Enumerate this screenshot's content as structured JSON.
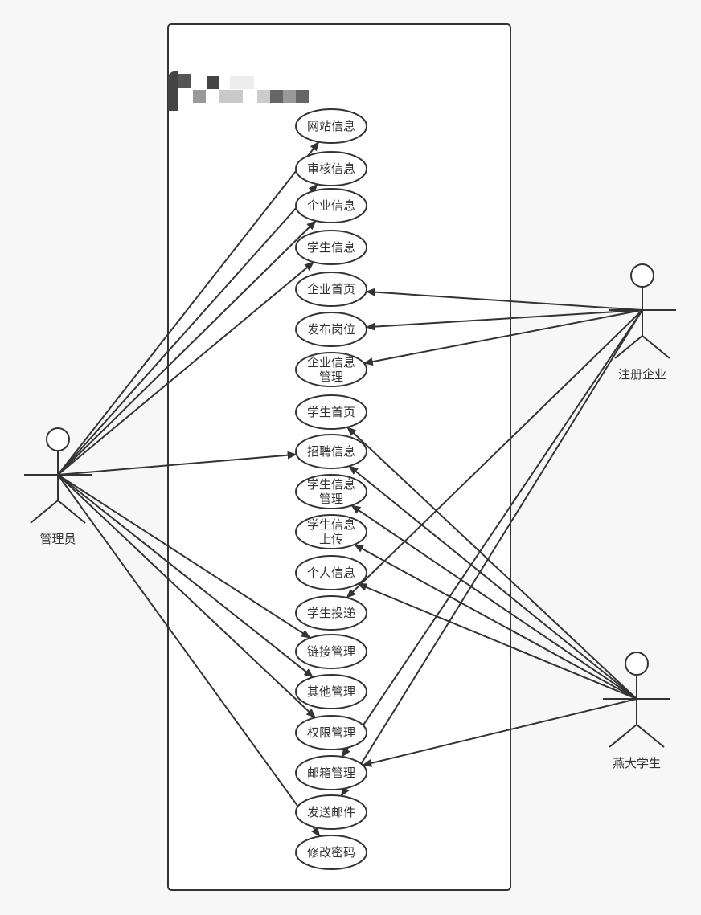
{
  "colors": {
    "background": "#f7f7f7",
    "stroke": "#333333",
    "box_fill": "#ffffff",
    "text": "#333333"
  },
  "system": {
    "title_obscured": true
  },
  "actors": [
    {
      "id": "admin",
      "name": "管理员"
    },
    {
      "id": "company",
      "name": "注册企业"
    },
    {
      "id": "student",
      "name": "燕大学生"
    }
  ],
  "use_cases": [
    {
      "id": "uc1",
      "lines": [
        "网站信息"
      ]
    },
    {
      "id": "uc2",
      "lines": [
        "审核信息"
      ]
    },
    {
      "id": "uc3",
      "lines": [
        "企业信息"
      ]
    },
    {
      "id": "uc4",
      "lines": [
        "学生信息"
      ]
    },
    {
      "id": "uc5",
      "lines": [
        "企业首页"
      ]
    },
    {
      "id": "uc6",
      "lines": [
        "发布岗位"
      ]
    },
    {
      "id": "uc7",
      "lines": [
        "企业信息",
        "管理"
      ]
    },
    {
      "id": "uc8",
      "lines": [
        "学生首页"
      ]
    },
    {
      "id": "uc9",
      "lines": [
        "招聘信息"
      ]
    },
    {
      "id": "uc10",
      "lines": [
        "学生信息",
        "管理"
      ]
    },
    {
      "id": "uc11",
      "lines": [
        "学生信息",
        "上传"
      ]
    },
    {
      "id": "uc12",
      "lines": [
        "个人信息"
      ]
    },
    {
      "id": "uc13",
      "lines": [
        "学生投递"
      ]
    },
    {
      "id": "uc14",
      "lines": [
        "链接管理"
      ]
    },
    {
      "id": "uc15",
      "lines": [
        "其他管理"
      ]
    },
    {
      "id": "uc16",
      "lines": [
        "权限管理"
      ]
    },
    {
      "id": "uc17",
      "lines": [
        "邮箱管理"
      ]
    },
    {
      "id": "uc18",
      "lines": [
        "发送邮件"
      ]
    },
    {
      "id": "uc19",
      "lines": [
        "修改密码"
      ]
    }
  ],
  "associations": [
    {
      "from": "admin",
      "to": "uc1"
    },
    {
      "from": "admin",
      "to": "uc2"
    },
    {
      "from": "admin",
      "to": "uc3"
    },
    {
      "from": "admin",
      "to": "uc4"
    },
    {
      "from": "admin",
      "to": "uc9"
    },
    {
      "from": "admin",
      "to": "uc14"
    },
    {
      "from": "admin",
      "to": "uc15"
    },
    {
      "from": "admin",
      "to": "uc16"
    },
    {
      "from": "admin",
      "to": "uc19"
    },
    {
      "from": "company",
      "to": "uc5"
    },
    {
      "from": "company",
      "to": "uc6"
    },
    {
      "from": "company",
      "to": "uc7"
    },
    {
      "from": "company",
      "to": "uc13"
    },
    {
      "from": "company",
      "to": "uc17"
    },
    {
      "from": "company",
      "to": "uc18"
    },
    {
      "from": "student",
      "to": "uc8"
    },
    {
      "from": "student",
      "to": "uc9"
    },
    {
      "from": "student",
      "to": "uc10"
    },
    {
      "from": "student",
      "to": "uc11"
    },
    {
      "from": "student",
      "to": "uc12"
    },
    {
      "from": "student",
      "to": "uc17"
    }
  ]
}
